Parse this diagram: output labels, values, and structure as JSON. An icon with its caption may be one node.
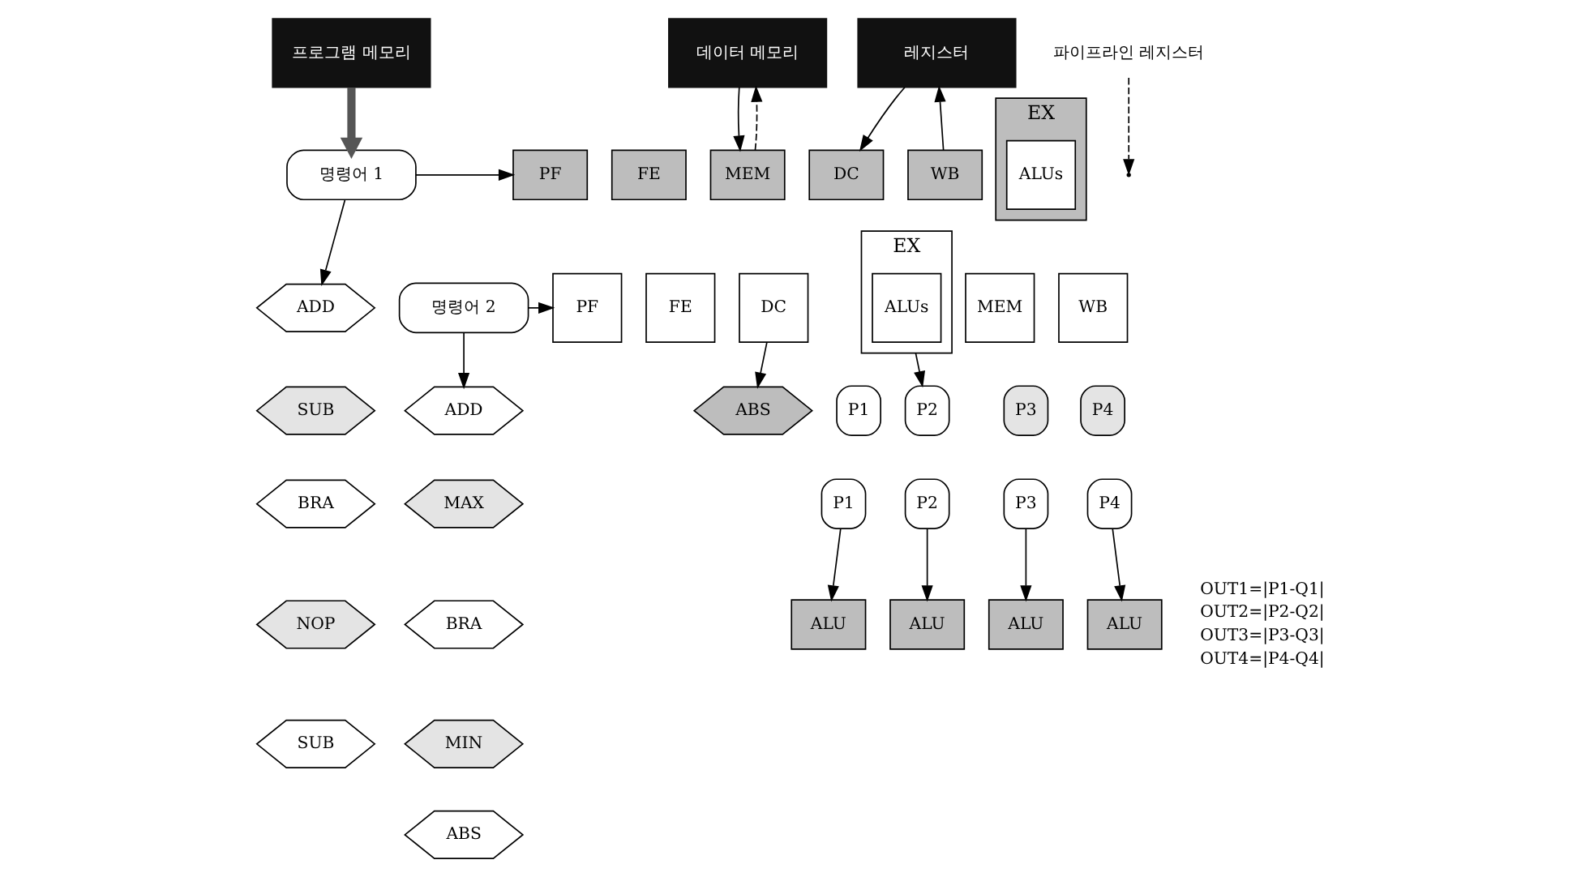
{
  "diagram": {
    "nodes": [
      {
        "text": [
          "프로그램 메모리"
        ]
      },
      {
        "text": [
          "레지스터"
        ]
      },
      {
        "text": [
          "데이터 메모리"
        ]
      },
      {
        "text": [
          "명령어 1"
        ]
      },
      {
        "text": [
          "ADD"
        ]
      },
      {
        "text": [
          "SUB"
        ]
      },
      {
        "text": [
          "BRA"
        ]
      },
      {
        "text": [
          "NOP"
        ]
      },
      {
        "text": [
          "SUB"
        ]
      },
      {
        "text": [
          "명령어 2"
        ]
      },
      {
        "text": [
          "ADD"
        ]
      },
      {
        "text": [
          "MAX"
        ]
      },
      {
        "text": [
          "BRA"
        ]
      },
      {
        "text": [
          "MIN"
        ]
      },
      {
        "text": [
          "ABS"
        ]
      },
      {
        "text": [
          "PF"
        ]
      },
      {
        "text": [
          "FE"
        ]
      },
      {
        "text": [
          "DC"
        ]
      },
      {
        "text": [
          "EX"
        ]
      },
      {
        "text": [
          "ALUs"
        ],
        "in": 18
      },
      {
        "text": [
          "MEM"
        ]
      },
      {
        "text": [
          "WB"
        ]
      },
      {
        "text": [
          "PF"
        ]
      },
      {
        "text": [
          "FE"
        ]
      },
      {
        "text": [
          "DC"
        ]
      },
      {
        "text": [
          "EX"
        ]
      },
      {
        "text": [
          "ALUs"
        ],
        "in": 25
      },
      {
        "text": [
          "MEM"
        ]
      },
      {
        "text": [
          "WB"
        ]
      },
      {
        "text": [
          "파이프라인 레지스터"
        ]
      },
      {
        "text": [
          "ABS"
        ]
      },
      {
        "text": [
          "P1"
        ]
      },
      {
        "text": [
          "P2"
        ]
      },
      {
        "text": [
          "P3"
        ]
      },
      {
        "text": [
          "P4"
        ]
      },
      {
        "text": [
          "P1"
        ]
      },
      {
        "text": [
          "P2"
        ]
      },
      {
        "text": [
          "P3"
        ]
      },
      {
        "text": [
          "P4"
        ]
      },
      {
        "text": [
          "ALU"
        ]
      },
      {
        "text": [
          "ALU"
        ]
      },
      {
        "text": [
          "ALU"
        ]
      },
      {
        "text": [
          "ALU"
        ]
      }
    ],
    "edges": [
      {
        "from": 0,
        "to": 3,
        "arrow": "to",
        "style": "thick",
        "color": "#555555"
      },
      {
        "from": 3,
        "to": 4,
        "arrow": "to"
      },
      {
        "from": 3,
        "to": 15,
        "arrow": "to"
      },
      {
        "from": 9,
        "to": 10,
        "arrow": "to"
      },
      {
        "from": 9,
        "to": 22,
        "arrow": "to"
      },
      {
        "from": 1,
        "to": 17,
        "arrow": "to"
      },
      {
        "from": 2,
        "to": 20,
        "arrow": "to"
      },
      {
        "from": 20,
        "to": 2,
        "arrow": "to",
        "style": "dashed"
      },
      {
        "from": 21,
        "to": 1,
        "arrow": "to"
      },
      {
        "from": 29,
        "to": null,
        "arrow": "to",
        "style": "dashed"
      },
      {
        "from": 24,
        "to": 30,
        "arrow": "to"
      },
      {
        "from": 25,
        "to": 32,
        "arrow": "to"
      },
      {
        "from": 35,
        "to": 39,
        "arrow": "to"
      },
      {
        "from": 36,
        "to": 40,
        "arrow": "to"
      },
      {
        "from": 37,
        "to": 41,
        "arrow": "to"
      },
      {
        "from": 38,
        "to": 42,
        "arrow": "to"
      }
    ],
    "labels": [
      "OUT1=|P1-Q1|",
      "OUT2=|P2-Q2|",
      "OUT3=|P3-Q3|",
      "OUT4=|P4-Q4|"
    ]
  }
}
